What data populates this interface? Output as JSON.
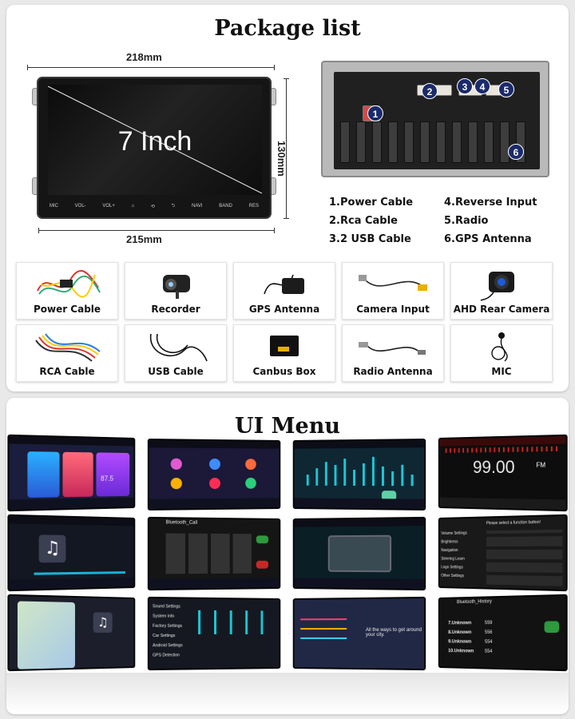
{
  "package": {
    "title": "Package list",
    "dim_top": "218mm",
    "dim_bottom": "215mm",
    "dim_right": "130mm",
    "screen_label": "7 Inch",
    "bezel_buttons": [
      "MIC",
      "VOL-",
      "VOL+",
      "⌂",
      "⟲",
      "⮌",
      "NAVI",
      "BAND",
      "RES"
    ],
    "connector_numbers": [
      "1",
      "2",
      "3",
      "4",
      "5",
      "6"
    ],
    "legend": [
      "1.Power Cable",
      "4.Reverse Input",
      "2.Rca Cable",
      "5.Radio",
      "3.2 USB Cable",
      "6.GPS Antenna"
    ],
    "accessories": [
      {
        "label": "Power Cable",
        "icon": "power-cable-icon"
      },
      {
        "label": "Recorder",
        "icon": "recorder-icon"
      },
      {
        "label": "GPS Antenna",
        "icon": "gps-antenna-icon"
      },
      {
        "label": "Camera Input",
        "icon": "camera-input-icon"
      },
      {
        "label": "AHD Rear Camera",
        "icon": "rear-camera-icon"
      },
      {
        "label": "RCA Cable",
        "icon": "rca-cable-icon"
      },
      {
        "label": "USB Cable",
        "icon": "usb-cable-icon"
      },
      {
        "label": "Canbus Box",
        "icon": "canbus-box-icon"
      },
      {
        "label": "Radio Antenna",
        "icon": "radio-antenna-icon"
      },
      {
        "label": "MIC",
        "icon": "mic-icon"
      }
    ]
  },
  "ui": {
    "title": "UI Menu",
    "screens": {
      "radio_freq": "99.00",
      "radio_band": "FM",
      "radio_freq_small": "87.5",
      "bluetooth_call": "Bluetooth_Call",
      "bluetooth_history": "Bluetooth_History",
      "steering_prompt": "Please select a function button!",
      "settings_menu": [
        "Volume Settings",
        "Brightness",
        "Navigation",
        "Steering Learn",
        "Logo Settings",
        "Other Settings"
      ],
      "settings_list": [
        "Sound Settings",
        "System Info",
        "Factory Settings",
        "Car Settings",
        "Android Settings",
        "GPS Detection"
      ],
      "history_rows": [
        "7.Unknown",
        "8.Unknown",
        "9.Unknown",
        "10.Unknown"
      ],
      "history_nums": [
        "559",
        "556",
        "554",
        "554"
      ],
      "nav_message": "All the ways to get around your city."
    }
  }
}
